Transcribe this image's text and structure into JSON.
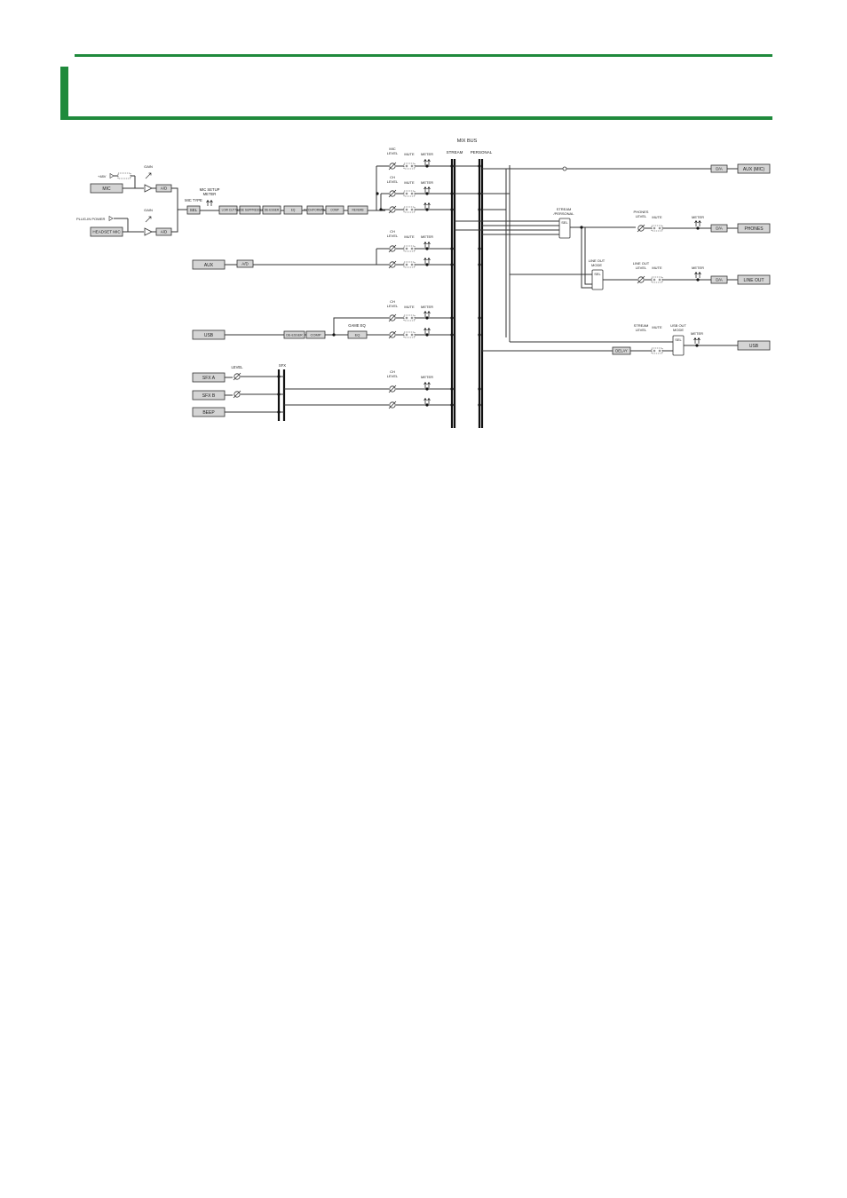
{
  "colors": {
    "accent": "#1f8a3c",
    "block_fill": "#d4d4d4",
    "line": "#333333"
  },
  "diagram": {
    "mix_bus": {
      "title": "MIX BUS",
      "stream": "STREAM",
      "personal": "PERSONAL"
    },
    "inputs": {
      "mic": "MIC",
      "headset_mic": "HEADSET MIC",
      "aux": "AUX",
      "usb": "USB",
      "sfx_a": "SFX A",
      "sfx_b": "SFX B",
      "beep": "BEEP"
    },
    "labels": {
      "phantom": "+48V",
      "plugin_power": "PLUG-IN POWER",
      "gain": "GAIN",
      "ad": "A/D",
      "mic_setup_meter": "MIC SETUP METER",
      "mic_type": "MIC TYPE",
      "sel": "SEL",
      "mic_level": "MIC LEVEL",
      "ch_level": "CH LEVEL",
      "mute": "MUTE",
      "meter": "METER",
      "level": "LEVEL",
      "sfx": "SFX",
      "game_eq": "GAME EQ",
      "stream_personal": "STREAM /PERSONAL",
      "phones_level": "PHONES LEVEL",
      "line_out_mode": "LINE OUT MODE",
      "line_out_level": "LINE OUT LEVEL",
      "stream_level": "STREAM LEVEL",
      "usb_out_mode": "USB OUT MODE",
      "da": "D/A",
      "delay": "DELAY"
    },
    "mic_chain": [
      "LOW CUT",
      "NOISE SUPPRESSOR",
      "DE-ESSER",
      "EQ",
      "PITCH/FORMANT",
      "COMP",
      "REVERB"
    ],
    "usb_chain": [
      "DE-ESSER",
      "COMP",
      "EQ"
    ],
    "outputs": {
      "aux_mic": "AUX (MIC)",
      "phones": "PHONES",
      "line_out": "LINE OUT",
      "usb": "USB"
    }
  }
}
